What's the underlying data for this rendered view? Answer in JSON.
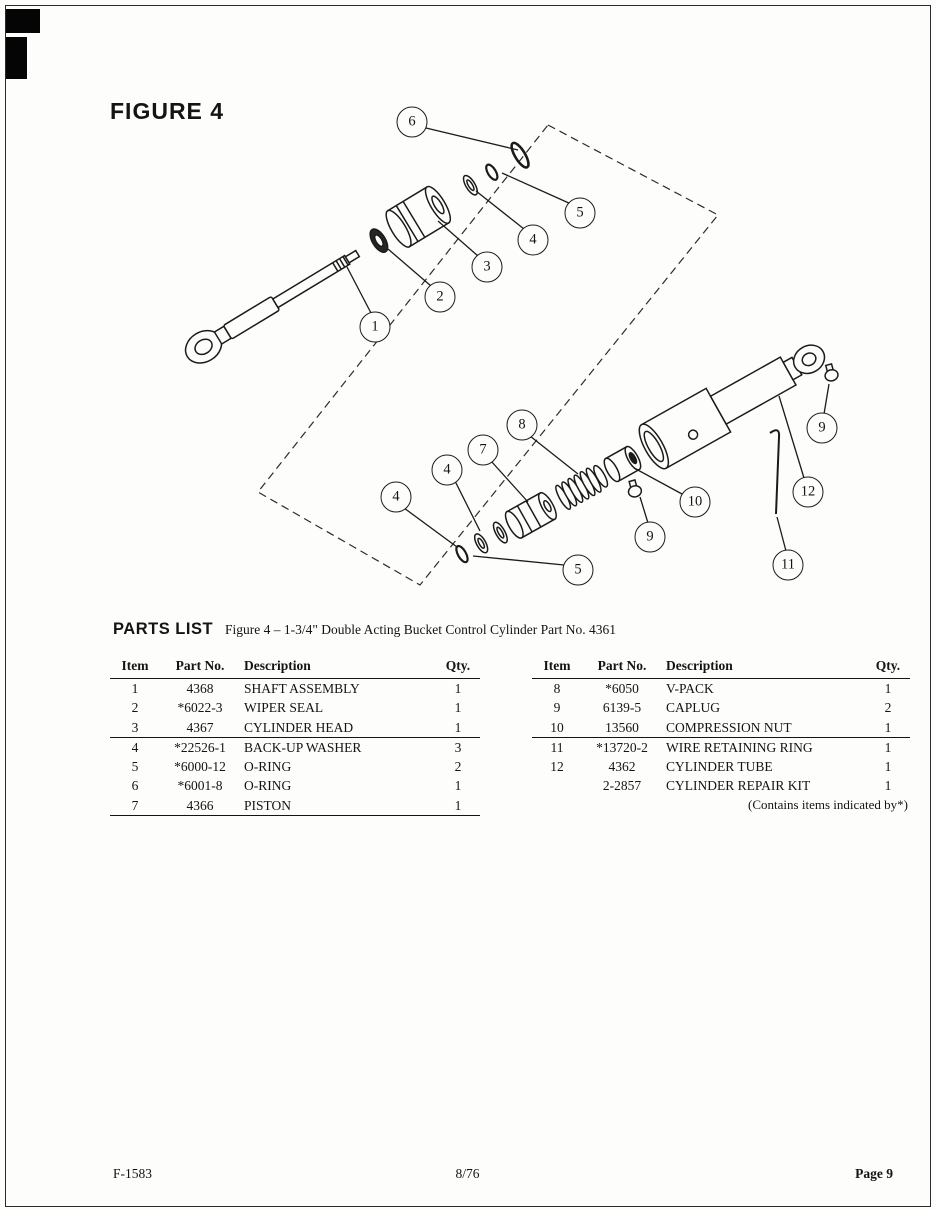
{
  "page": {
    "figure_title": "FIGURE 4",
    "parts_list_title": "PARTS LIST",
    "parts_list_subtitle": "Figure 4 – 1-3/4\" Double Acting Bucket Control Cylinder Part No. 4361",
    "footer_left": "F-1583",
    "footer_center": "8/76",
    "footer_right": "Page 9"
  },
  "diagram": {
    "callouts": [
      "6",
      "5",
      "4",
      "3",
      "2",
      "1",
      "4",
      "4",
      "7",
      "8",
      "5",
      "9",
      "10",
      "9",
      "12",
      "11"
    ]
  },
  "table": {
    "headers": [
      "Item",
      "Part No.",
      "Description",
      "Qty."
    ],
    "left_rows": [
      [
        "1",
        "4368",
        "SHAFT ASSEMBLY",
        "1"
      ],
      [
        "2",
        "*6022-3",
        "WIPER SEAL",
        "1"
      ],
      [
        "3",
        "4367",
        "CYLINDER HEAD",
        "1"
      ],
      [
        "4",
        "*22526-1",
        "BACK-UP WASHER",
        "3"
      ],
      [
        "5",
        "*6000-12",
        "O-RING",
        "2"
      ],
      [
        "6",
        "*6001-8",
        "O-RING",
        "1"
      ],
      [
        "7",
        "4366",
        "PISTON",
        "1"
      ]
    ],
    "right_rows": [
      [
        "8",
        "*6050",
        "V-PACK",
        "1"
      ],
      [
        "9",
        "6139-5",
        "CAPLUG",
        "2"
      ],
      [
        "10",
        "13560",
        "COMPRESSION NUT",
        "1"
      ],
      [
        "11",
        "*13720-2",
        "WIRE RETAINING RING",
        "1"
      ],
      [
        "12",
        "4362",
        "CYLINDER TUBE",
        "1"
      ],
      [
        "",
        "2-2857",
        "CYLINDER REPAIR KIT",
        "1"
      ]
    ],
    "right_note": "(Contains items indicated by*)"
  }
}
